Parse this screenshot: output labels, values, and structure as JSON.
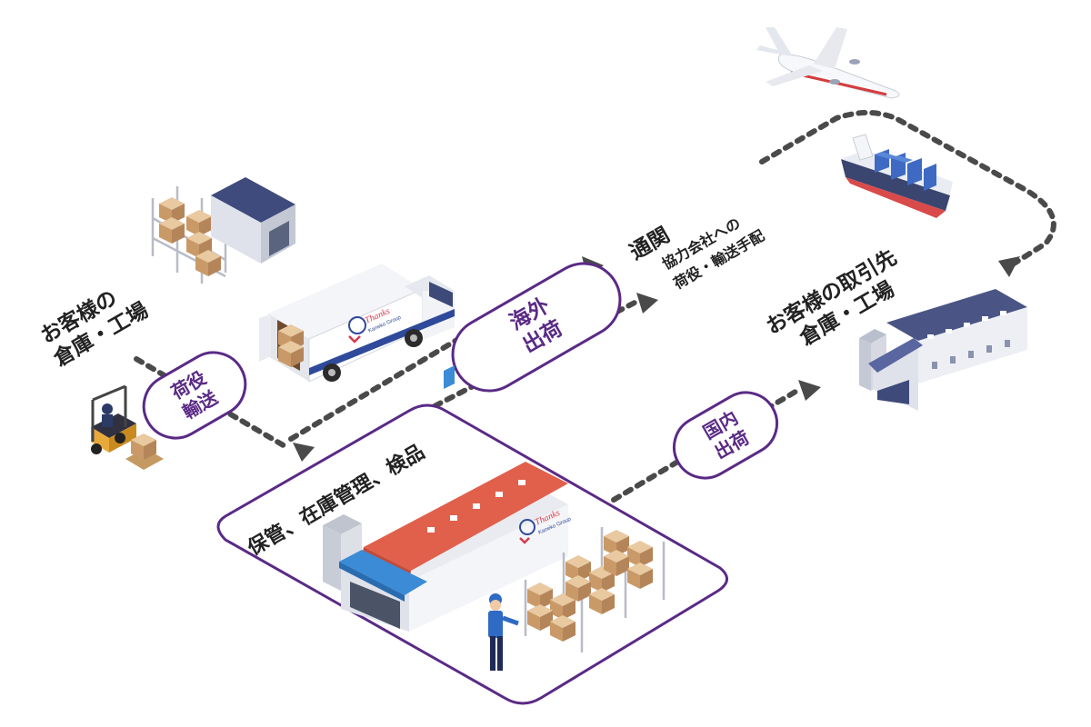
{
  "labels": {
    "origin": {
      "line1": "お客様の",
      "line2": "倉庫・工場"
    },
    "transport": {
      "line1": "荷役",
      "line2": "輸送"
    },
    "storage": "保管、在庫管理、検品",
    "overseas": {
      "line1": "海外",
      "line2": "出荷"
    },
    "customs": {
      "title": "通関",
      "line1": "協力会社への",
      "line2": "荷役・輸送手配"
    },
    "domestic": {
      "line1": "国内",
      "line2": "出荷"
    },
    "destination": {
      "line1": "お客様の取引先",
      "line2": "倉庫・工場"
    }
  },
  "truck_logo": {
    "line1": "Thanks",
    "line2": "Kaneko Group"
  },
  "warehouse_logo": {
    "line1": "Thanks",
    "line2": "Kaneko Group"
  },
  "colors": {
    "accent": "#5a2a86",
    "dots": "#4a4a4a",
    "roof_red": "#e0604c",
    "navy": "#3e4a7a",
    "steel": "#c9cdd6"
  }
}
